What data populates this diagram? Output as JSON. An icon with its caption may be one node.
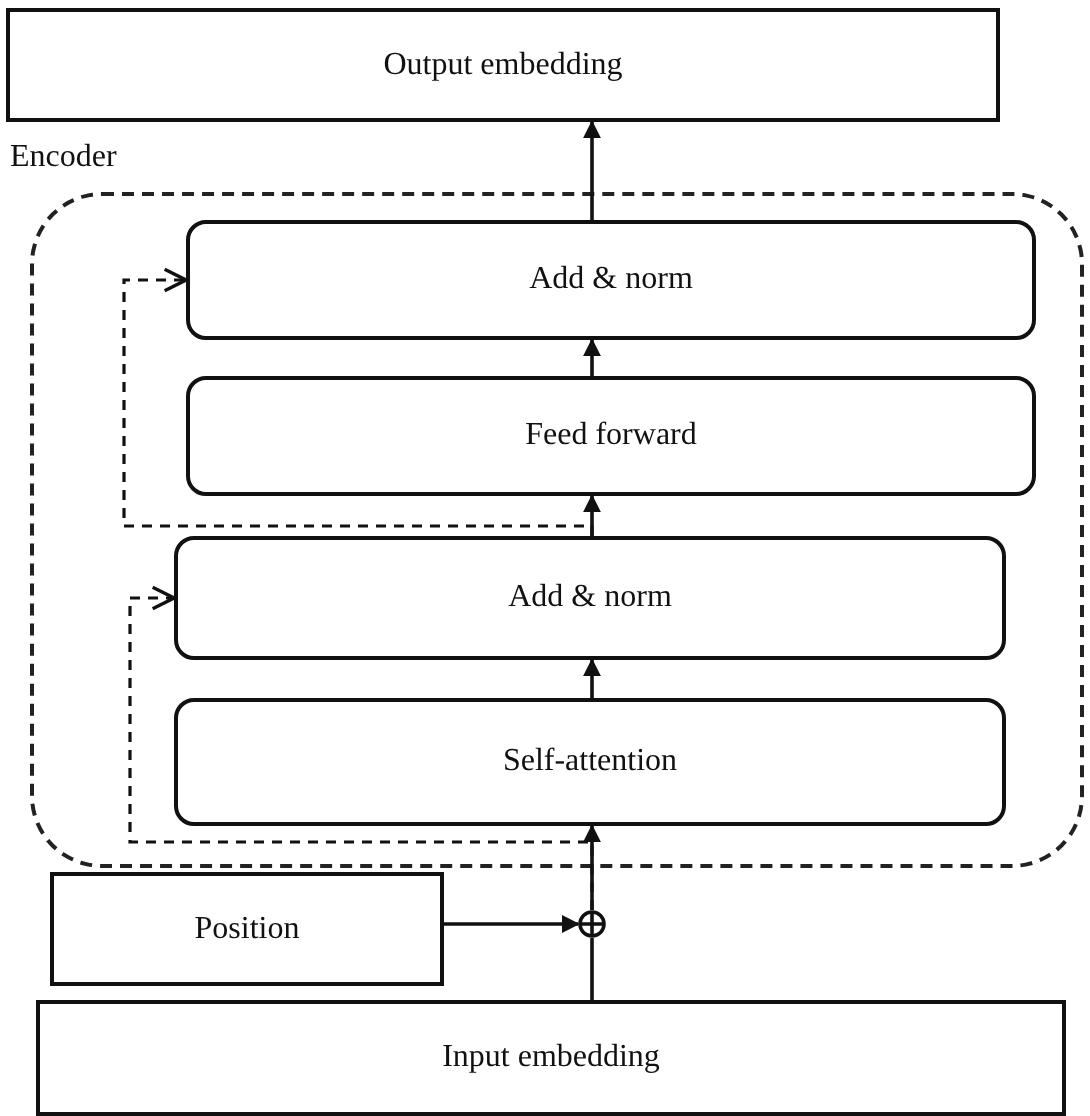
{
  "diagram": {
    "nodes": [
      {
        "text": [
          "Output embedding"
        ]
      },
      {
        "text": [
          "Encoder"
        ]
      },
      {
        "text": [
          "Add & norm"
        ],
        "in": 1
      },
      {
        "text": [
          "Feed forward"
        ],
        "in": 1
      },
      {
        "text": [
          "Add & norm"
        ],
        "in": 1
      },
      {
        "text": [
          "Self-attention"
        ],
        "in": 1
      },
      {
        "text": [
          "Position"
        ]
      },
      {
        "text": [
          "Input embedding"
        ]
      },
      {
        "text": [],
        "shape": "circle"
      }
    ],
    "edges": [
      {
        "from": 7,
        "to": 8,
        "arrow": "none"
      },
      {
        "from": 6,
        "to": 8,
        "arrow": "to"
      },
      {
        "from": 8,
        "to": 5,
        "arrow": "to"
      },
      {
        "from": 5,
        "to": 4,
        "arrow": "to"
      },
      {
        "from": 8,
        "to": 4,
        "arrow": "to",
        "style": "dashed"
      },
      {
        "from": 4,
        "to": 3,
        "arrow": "to"
      },
      {
        "from": 4,
        "to": 2,
        "arrow": "to",
        "style": "dashed"
      },
      {
        "from": 3,
        "to": 2,
        "arrow": "to"
      },
      {
        "from": 2,
        "to": 0,
        "arrow": "to"
      }
    ]
  }
}
